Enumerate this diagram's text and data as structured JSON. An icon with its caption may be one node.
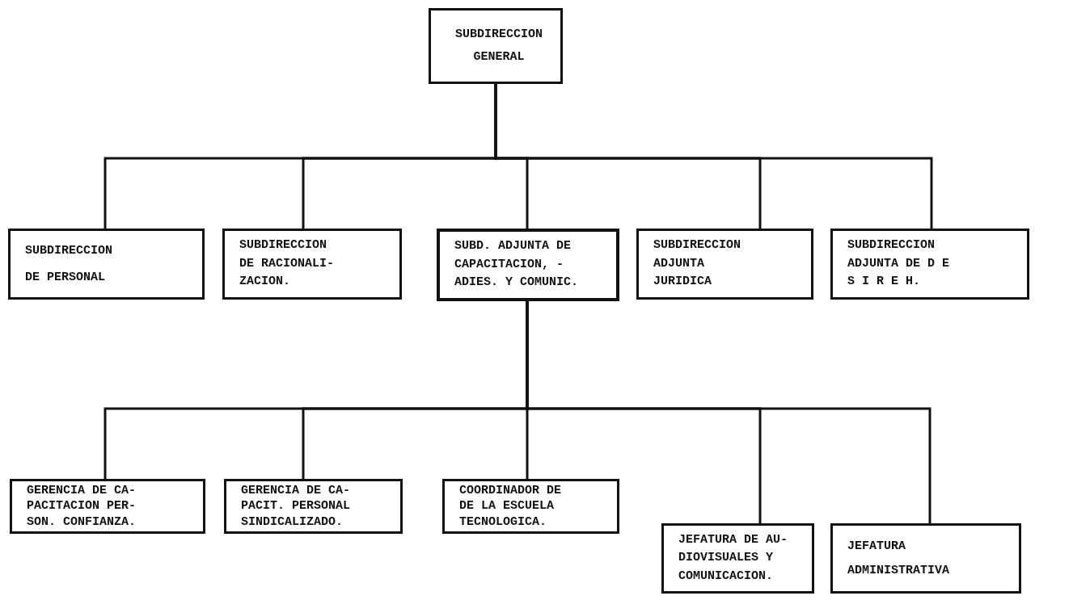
{
  "diagram": {
    "nodes": [
      {
        "text": [
          "SUBDIRECCION GENERAL"
        ]
      },
      {
        "text": [
          "SUBDIRECCION DE PERSONAL"
        ]
      },
      {
        "text": [
          "SUBDIRECCION DE RACIONALI- ZACION."
        ]
      },
      {
        "text": [
          "SUBD. ADJUNTA DE CAPACITACION, - ADIES. Y COMUNIC."
        ]
      },
      {
        "text": [
          "SUBDIRECCION ADJUNTA JURIDICA"
        ]
      },
      {
        "text": [
          "SUBDIRECCION ADJUNTA DE D E S I R E H."
        ]
      },
      {
        "text": [
          "GERENCIA DE CA- PACITACION PER- SON. CONFIANZA."
        ]
      },
      {
        "text": [
          "GERENCIA DE CA- PACIT. PERSONAL SINDICALIZADO."
        ]
      },
      {
        "text": [
          "COORDINADOR DE DE LA ESCUELA TECNOLOGICA."
        ]
      },
      {
        "text": [
          "JEFATURA DE AU- DIOVISUALES Y COMUNICACION."
        ]
      },
      {
        "text": [
          "JEFATURA ADMINISTRATIVA"
        ]
      }
    ],
    "edges": [
      {
        "from": 0,
        "to": 1,
        "arrow": "none"
      },
      {
        "from": 0,
        "to": 2,
        "arrow": "none"
      },
      {
        "from": 0,
        "to": 3,
        "arrow": "none"
      },
      {
        "from": 0,
        "to": 4,
        "arrow": "none"
      },
      {
        "from": 0,
        "to": 5,
        "arrow": "none"
      },
      {
        "from": 3,
        "to": 6,
        "arrow": "none"
      },
      {
        "from": 3,
        "to": 7,
        "arrow": "none"
      },
      {
        "from": 3,
        "to": 8,
        "arrow": "none"
      },
      {
        "from": 3,
        "to": 9,
        "arrow": "none"
      },
      {
        "from": 3,
        "to": 10,
        "arrow": "none"
      }
    ]
  }
}
